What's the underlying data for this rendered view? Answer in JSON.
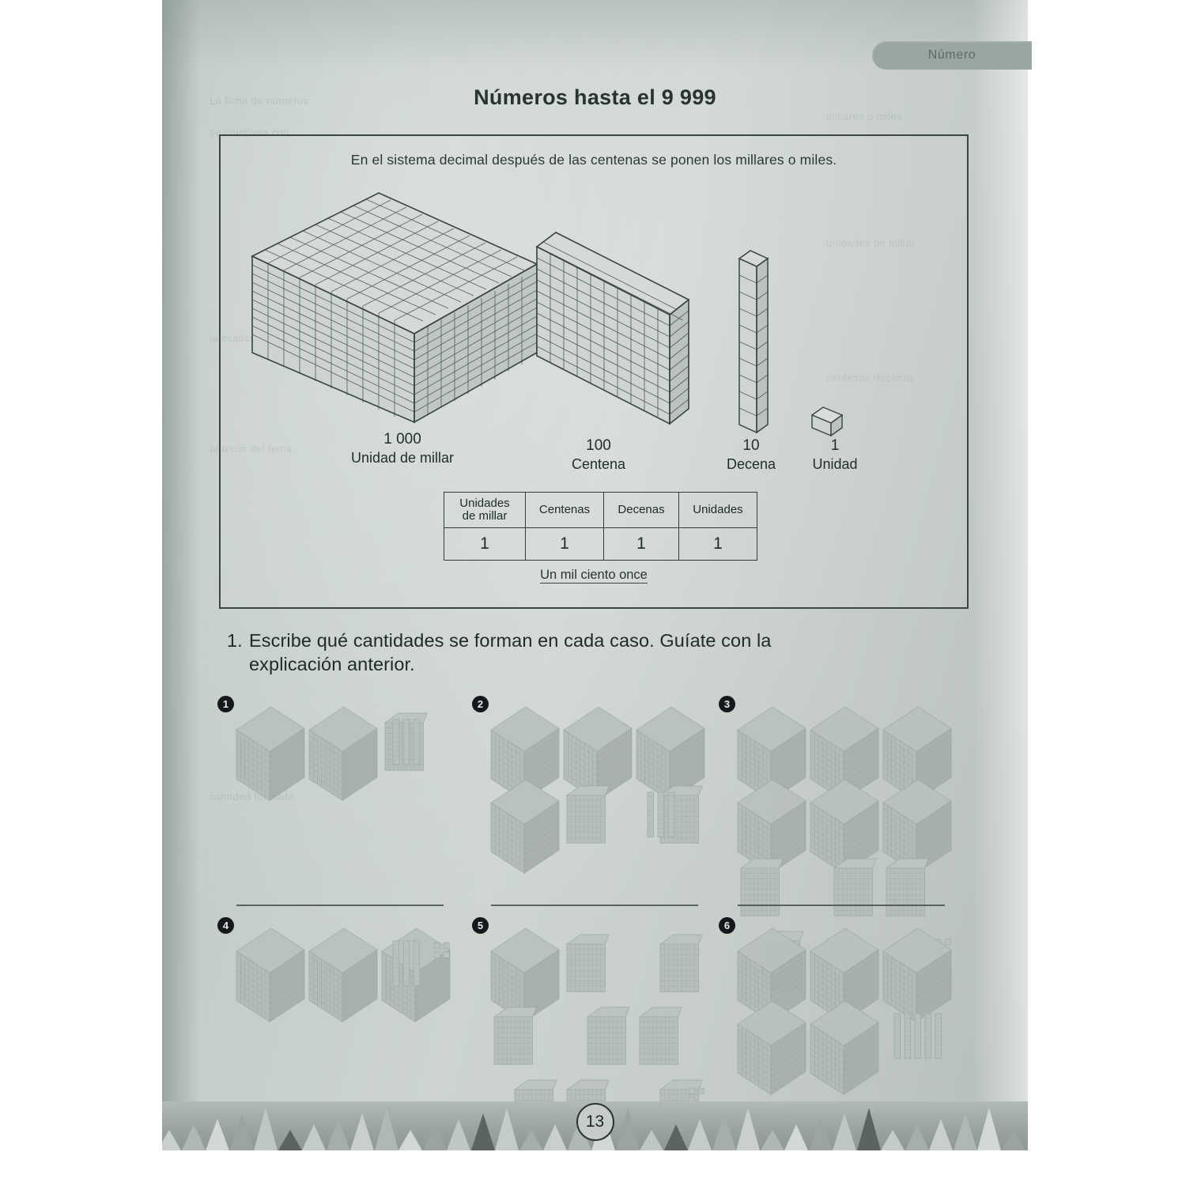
{
  "page": {
    "section_tab": "Número",
    "title": "Números hasta el 9 999",
    "page_number": "13",
    "paper_tint": "#c5ccc8",
    "ink_color": "#2b3331"
  },
  "explanation": {
    "text": "En el sistema decimal después de las centenas se ponen los millares o miles.",
    "blocks": [
      {
        "value": "1 000",
        "name": "Unidad de millar",
        "kind": "thousand-cube",
        "icon": "big-cube-icon"
      },
      {
        "value": "100",
        "name": "Centena",
        "kind": "hundred-flat",
        "icon": "flat-plate-icon"
      },
      {
        "value": "10",
        "name": "Decena",
        "kind": "ten-rod",
        "icon": "rod-icon"
      },
      {
        "value": "1",
        "name": "Unidad",
        "kind": "unit-cube",
        "icon": "small-cube-icon"
      }
    ],
    "table": {
      "headers": [
        "Unidades de millar",
        "Centenas",
        "Decenas",
        "Unidades"
      ],
      "header_lines": [
        [
          "Unidades",
          "de millar"
        ],
        [
          "Centenas"
        ],
        [
          "Decenas"
        ],
        [
          "Unidades"
        ]
      ],
      "values": [
        "1",
        "1",
        "1",
        "1"
      ]
    },
    "caption": "Un mil ciento once"
  },
  "exercise": {
    "number": "1.",
    "prompt_line1": "Escribe qué cantidades se forman en cada caso. Guíate con la",
    "prompt_line2": "explicación anterior.",
    "items": [
      {
        "mark": "1",
        "thousands": 2,
        "hundreds": 1,
        "tens": 3,
        "units": 0,
        "answer": ""
      },
      {
        "mark": "2",
        "thousands": 4,
        "hundreds": 2,
        "tens": 3,
        "units": 0,
        "answer": ""
      },
      {
        "mark": "3",
        "thousands": 6,
        "hundreds": 4,
        "tens": 0,
        "units": 3,
        "answer": ""
      },
      {
        "mark": "4",
        "thousands": 3,
        "hundreds": 0,
        "tens": 3,
        "units": 4,
        "answer": ""
      },
      {
        "mark": "5",
        "thousands": 1,
        "hundreds": 8,
        "tens": 0,
        "units": 3,
        "answer": ""
      },
      {
        "mark": "6",
        "thousands": 5,
        "hundreds": 0,
        "tens": 5,
        "units": 0,
        "answer": ""
      }
    ]
  },
  "ghost_text": [
    "La ficha de números",
    "se completa con",
    "la explicación",
    "anterior del tema",
    "millares o miles",
    "unidades de millar",
    "centenas decenas",
    "cantidad formada"
  ]
}
